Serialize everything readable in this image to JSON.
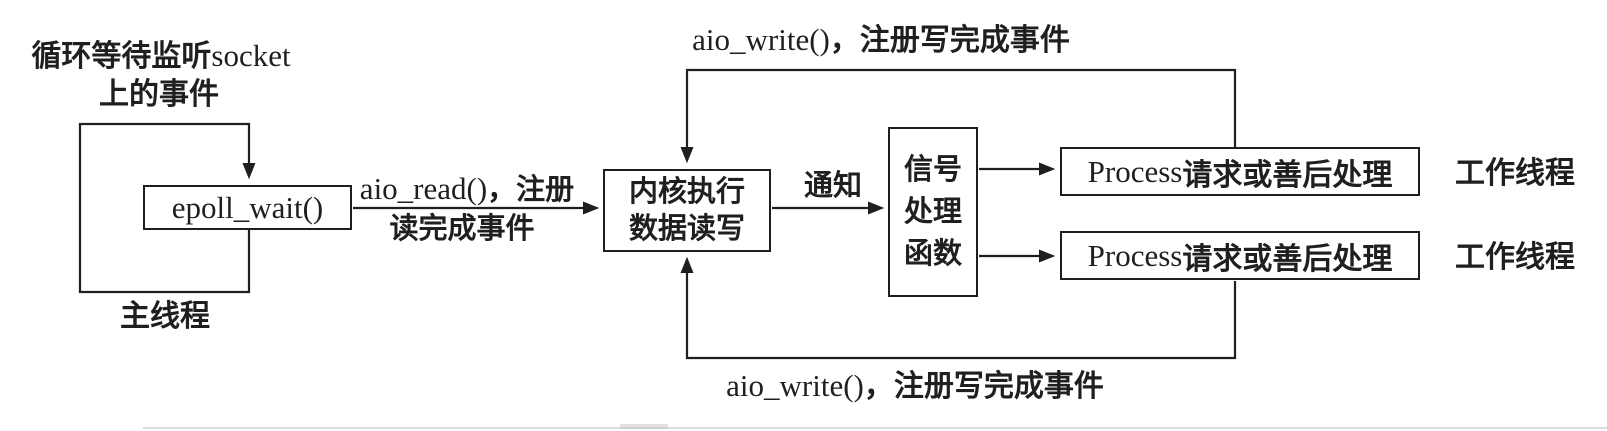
{
  "colors": {
    "ink": "#1f1f1f",
    "background": "#ffffff",
    "scan_artifact": "#d6d6d6"
  },
  "main_thread": {
    "loop_caption_cjk": "循环等待监听",
    "loop_caption_latin": "socket",
    "loop_caption_line2": "上的事件",
    "epoll_label": "epoll_wait()",
    "thread_label": "主线程"
  },
  "aio_read": {
    "latin": "aio_read()",
    "cjk": "，注册",
    "line2": "读完成事件"
  },
  "kernel_box": {
    "line1": "内核执行",
    "line2": "数据读写"
  },
  "notify_label": "通知",
  "signal_box": {
    "line1": "信号",
    "line2": "处理",
    "line3": "函数"
  },
  "process_box": {
    "latin": "Process",
    "cjk": "请求或善后处理"
  },
  "worker_thread_label": "工作线程",
  "aio_write_top": {
    "latin": "aio_write()",
    "cjk": "，注册写完成事件"
  },
  "aio_write_bottom": {
    "latin": "aio_write()",
    "cjk": "，注册写完成事件"
  }
}
